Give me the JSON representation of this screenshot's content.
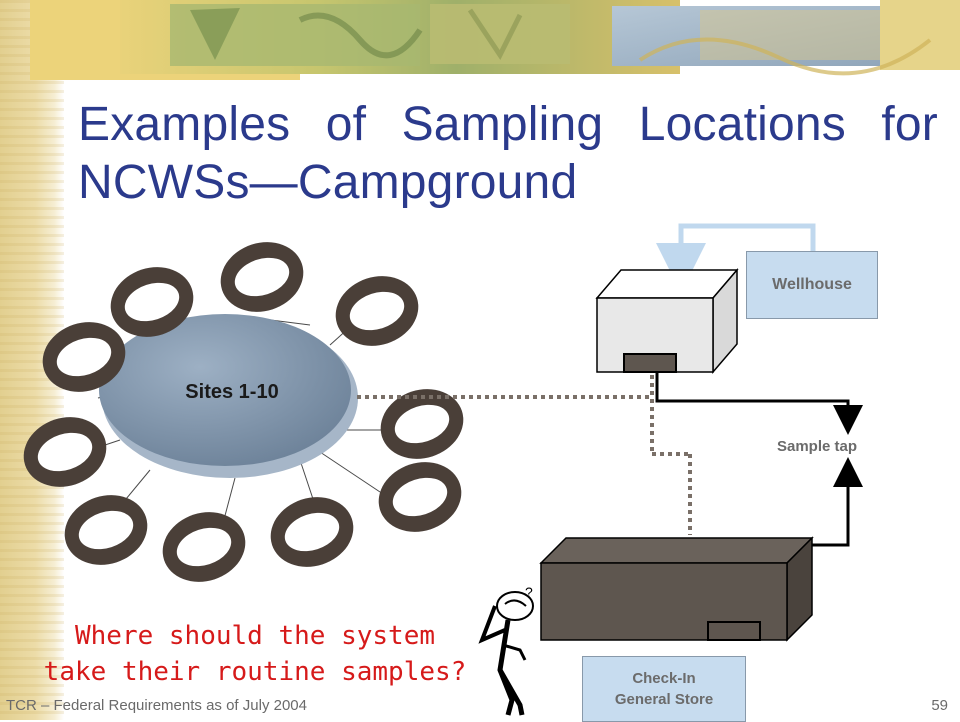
{
  "slide": {
    "title": "Examples of Sampling Locations for NCWSs—Campground",
    "question_line1": "Where should the system",
    "question_line2": "take their routine samples?",
    "footer": "TCR – Federal Requirements as of July 2004",
    "page_number": "59"
  },
  "diagram": {
    "sites_label": "Sites 1-10",
    "wellhouse_label": "Wellhouse",
    "sample_tap_label": "Sample tap",
    "store_label_line1": "Check-In",
    "store_label_line2": "General Store",
    "thinker_mark": "?",
    "colors": {
      "title": "#2b3a8c",
      "question": "#d61a1a",
      "label_box": "#c7dcef",
      "pipe_arrow": "#c0d8ee",
      "site_ring": "#4a3f38",
      "hub_top": "#8ea2b8",
      "store": "#5e564f"
    }
  }
}
